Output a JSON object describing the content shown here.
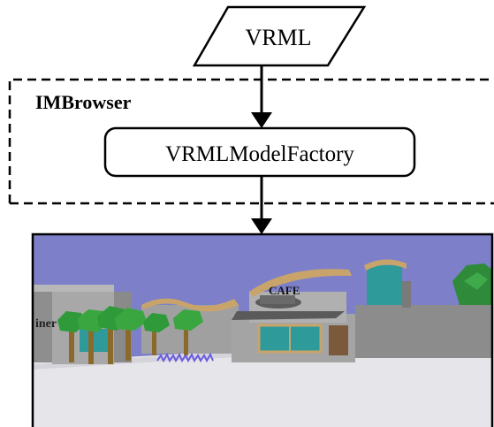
{
  "diagram": {
    "input_node": {
      "label": "VRML",
      "shape": "parallelogram"
    },
    "container": {
      "label": "IMBrowser",
      "style": "dashed"
    },
    "process_node": {
      "label": "VRMLModelFactory",
      "shape": "rounded-rectangle"
    },
    "output_view": {
      "kind": "rendered-3d-scene",
      "signs": [
        "CAFE",
        "iner"
      ]
    },
    "edges": [
      {
        "from": "VRML",
        "to": "VRMLModelFactory"
      },
      {
        "from": "VRMLModelFactory",
        "to": "rendered-3d-scene"
      }
    ]
  },
  "colors": {
    "line": "#000000",
    "sky": "#7d80c8",
    "ground": "#e6e6ea",
    "building_gray": "#9c9c9c",
    "window_teal": "#2f9a9a",
    "tree_green": "#2f9a3a",
    "trunk": "#8a6a2a",
    "roof_tan": "#c9a46a",
    "flowers": "#6a5ae0"
  }
}
